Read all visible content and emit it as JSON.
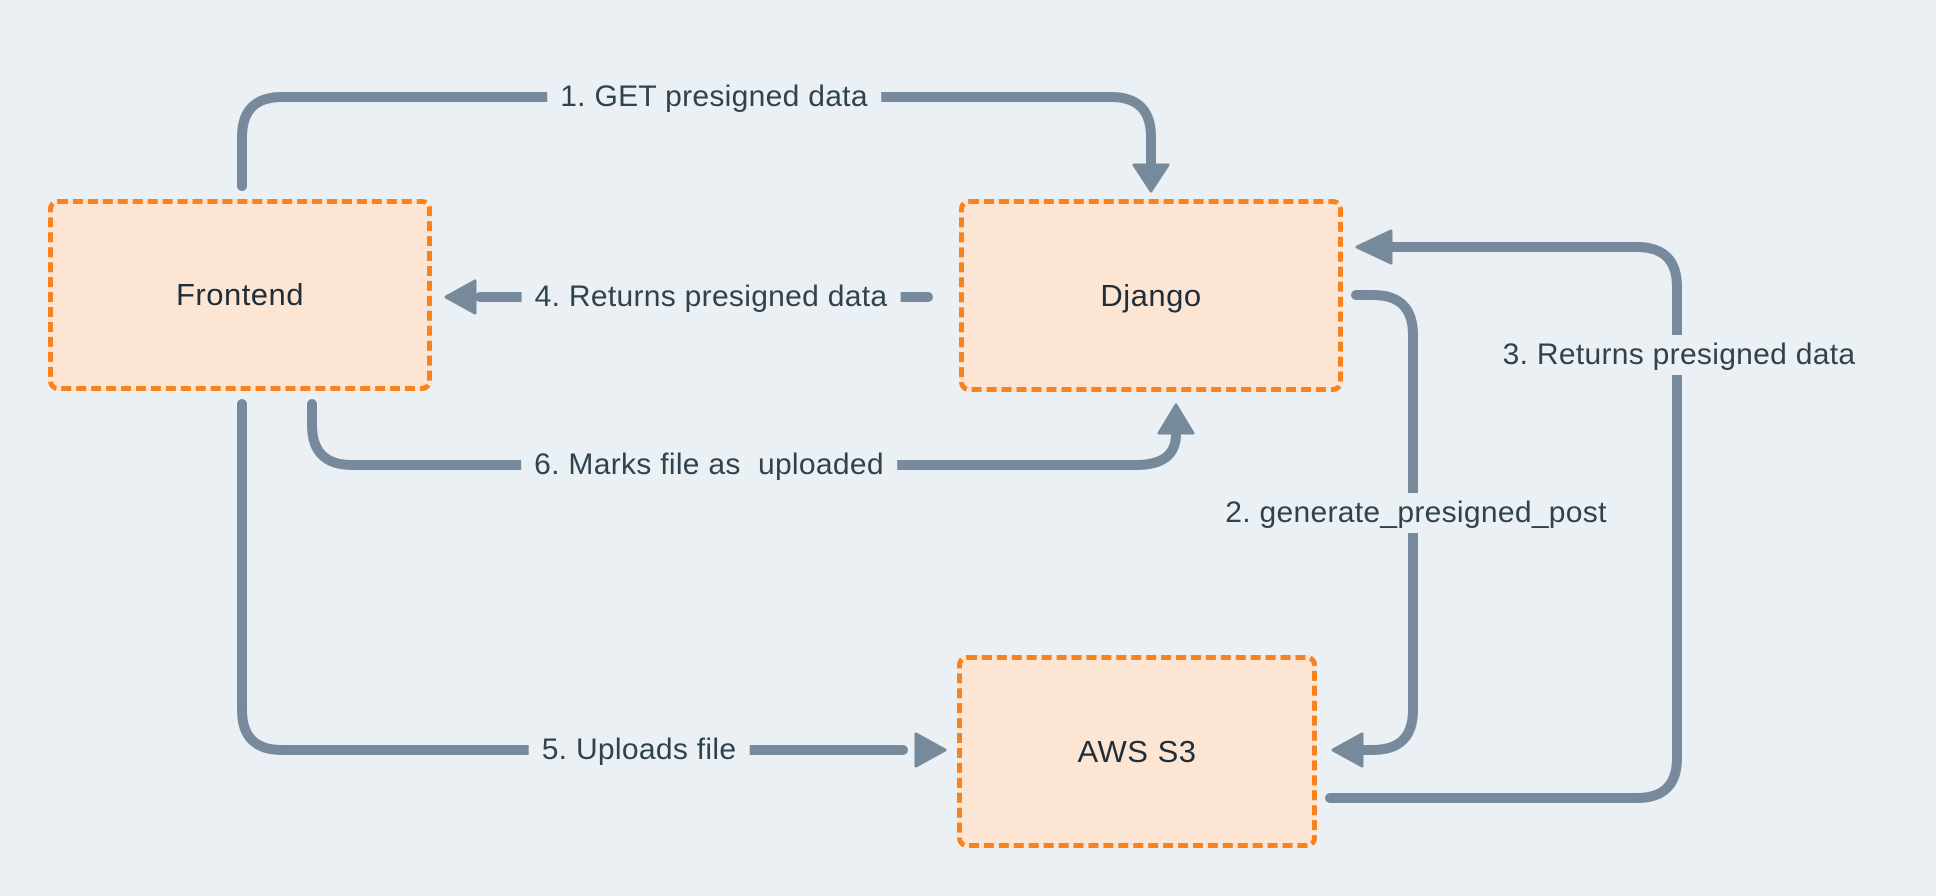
{
  "diagram": {
    "colors": {
      "background_color": "#EBF0F4",
      "node_fill_color": "#FCE5D3",
      "node_border_color": "#F6831F",
      "edge_color": "#778A9B",
      "edge_label_color": "#31424F",
      "node_label_color": "#1F2E3B"
    },
    "nodes": [
      {
        "id": "frontend",
        "label": "Frontend"
      },
      {
        "id": "django",
        "label": "Django"
      },
      {
        "id": "aws-s3",
        "label": "AWS S3"
      }
    ],
    "edges": [
      {
        "id": "e1",
        "label": "1. GET presigned data",
        "from": "Frontend",
        "to": "Django"
      },
      {
        "id": "e2",
        "label": "2. generate_presigned_post",
        "from": "Django",
        "to": "AWS S3"
      },
      {
        "id": "e3",
        "label": "3. Returns presigned data",
        "from": "AWS S3",
        "to": "Django"
      },
      {
        "id": "e4",
        "label": "4. Returns presigned data",
        "from": "Django",
        "to": "Frontend"
      },
      {
        "id": "e5",
        "label": "5. Uploads file",
        "from": "Frontend",
        "to": "AWS S3"
      },
      {
        "id": "e6",
        "label": "6. Marks file as  uploaded",
        "from": "Frontend",
        "to": "Django"
      }
    ]
  }
}
